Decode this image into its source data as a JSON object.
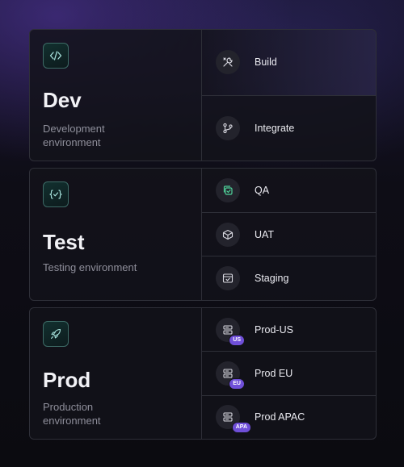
{
  "environments": [
    {
      "title": "Dev",
      "subtitle": "Development environment",
      "icon": "code-icon",
      "stages": [
        {
          "label": "Build",
          "icon": "tools-icon"
        },
        {
          "label": "Integrate",
          "icon": "git-branch-icon"
        }
      ]
    },
    {
      "title": "Test",
      "subtitle": "Testing environment",
      "icon": "code-check-icon",
      "stages": [
        {
          "label": "QA",
          "icon": "copy-check-icon"
        },
        {
          "label": "UAT",
          "icon": "package-check-icon"
        },
        {
          "label": "Staging",
          "icon": "window-check-icon"
        }
      ]
    },
    {
      "title": "Prod",
      "subtitle": "Production environment",
      "icon": "rocket-icon",
      "stages": [
        {
          "label": "Prod-US",
          "icon": "server-icon",
          "badge": "US"
        },
        {
          "label": "Prod EU",
          "icon": "server-icon",
          "badge": "EU"
        },
        {
          "label": "Prod APAC",
          "icon": "server-icon",
          "badge": "APA"
        }
      ]
    }
  ],
  "colors": {
    "accent_badge": "#6f4fd8",
    "icon_teal": "#8fd6cf",
    "check_green": "#4fd39a"
  }
}
